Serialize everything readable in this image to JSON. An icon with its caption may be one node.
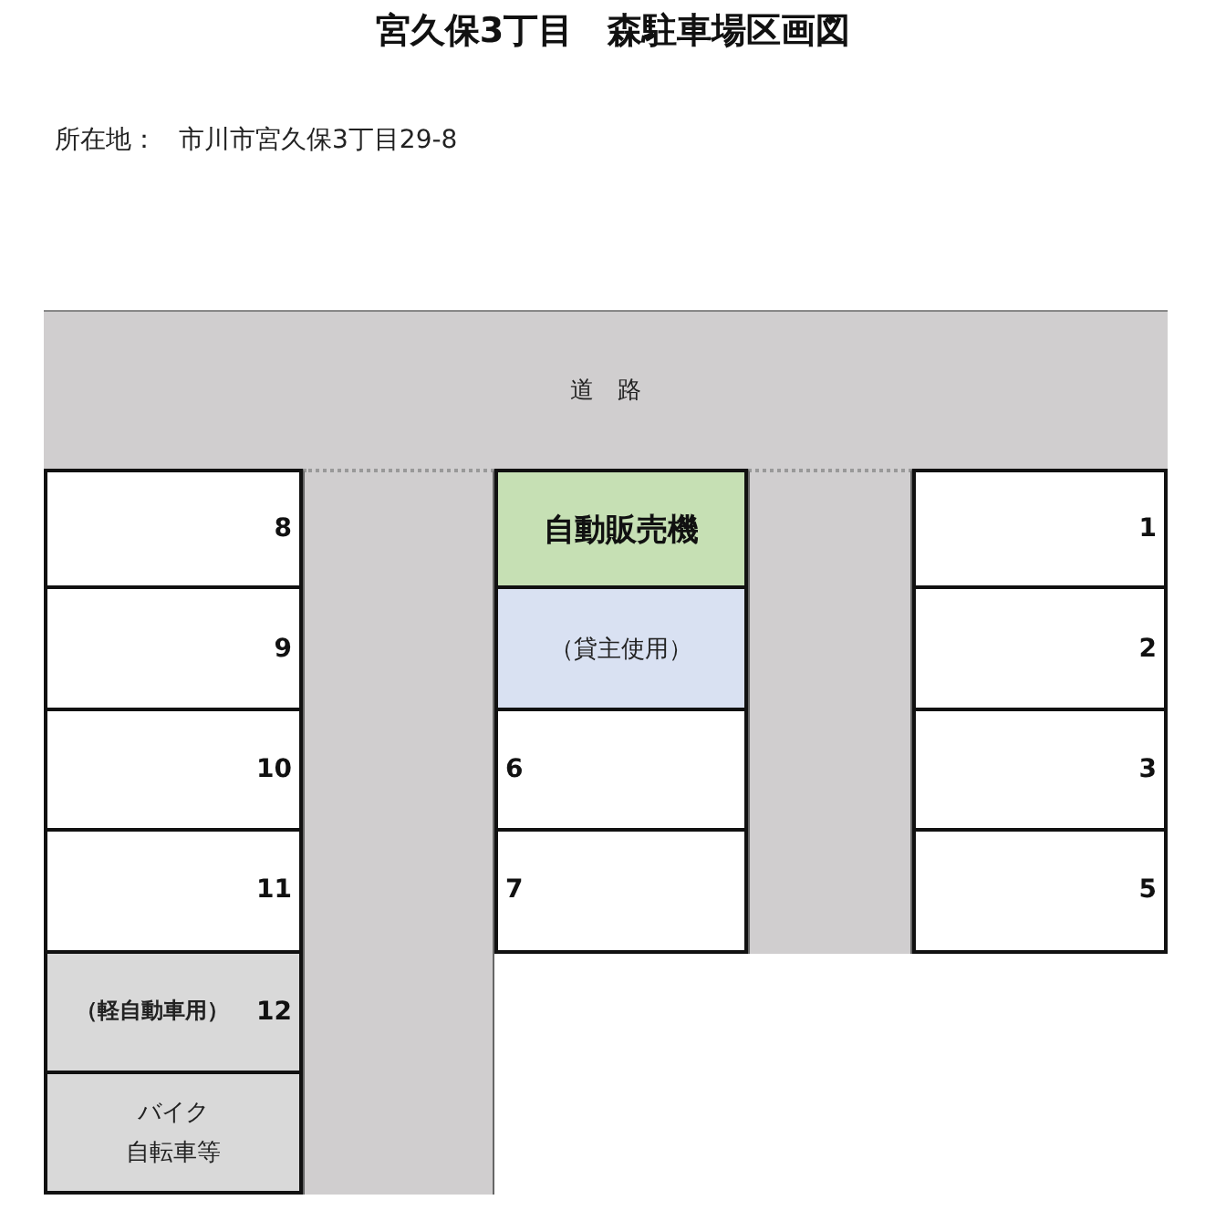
{
  "diagram": {
    "title": "宮久保3丁目　森駐車場区画図",
    "nodes": [
      {
        "text": [
          "道　路"
        ]
      },
      {
        "text": [
          "8"
        ]
      },
      {
        "text": [
          "自動販売機"
        ]
      },
      {
        "text": [
          "1"
        ]
      },
      {
        "text": [
          "9"
        ]
      },
      {
        "text": [
          "（貸主使用）"
        ]
      },
      {
        "text": [
          "2"
        ]
      },
      {
        "text": [
          "10"
        ]
      },
      {
        "text": [
          "6"
        ]
      },
      {
        "text": [
          "3"
        ]
      },
      {
        "text": [
          "11"
        ]
      },
      {
        "text": [
          "7"
        ]
      },
      {
        "text": [
          "5"
        ]
      },
      {
        "text": [
          "（軽自動車用）",
          "12"
        ]
      },
      {
        "text": [
          "バイク",
          "自転車等"
        ]
      },
      {
        "text": [],
        "shape": "bar"
      },
      {
        "text": [],
        "shape": "bar"
      }
    ],
    "labels": [
      "所在地：",
      "市川市宮久保3丁目29-8"
    ]
  }
}
